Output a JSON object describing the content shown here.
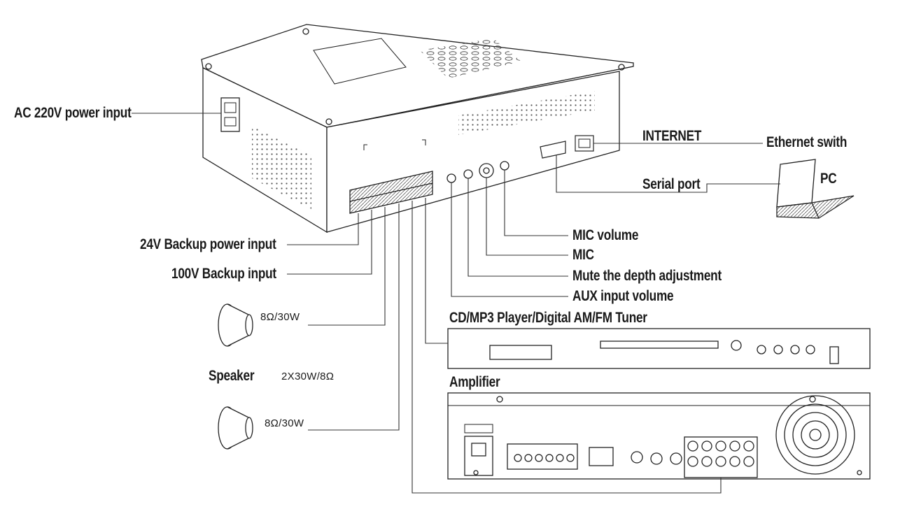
{
  "labels": {
    "ac_power": "AC 220V power input",
    "internet": "INTERNET",
    "ethernet": "Ethernet swith",
    "pc": "PC",
    "serial_port": "Serial port",
    "mic_volume": "MIC volume",
    "mic": "MIC",
    "mute_depth": "Mute the depth adjustment",
    "aux_volume": "AUX input volume",
    "backup_24v": "24V Backup power input",
    "backup_100v": "100V Backup input",
    "speaker": "Speaker",
    "speaker_spec": "2X30W/8Ω",
    "speaker1_rating": "8Ω/30W",
    "speaker2_rating": "8Ω/30W",
    "cd_player": "CD/MP3 Player/Digital AM/FM Tuner",
    "amplifier": "Amplifier"
  }
}
